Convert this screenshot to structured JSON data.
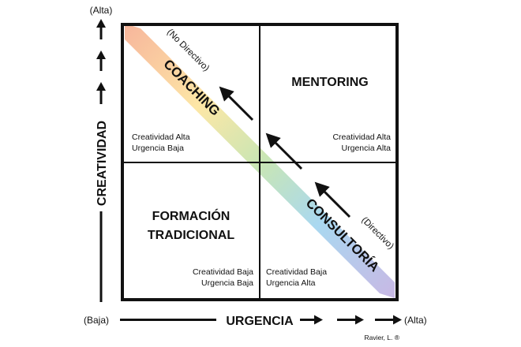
{
  "y_axis": {
    "label": "CREATIVIDAD",
    "high": "(Alta)"
  },
  "x_axis": {
    "label": "URGENCIA",
    "low": "(Baja)",
    "high": "(Alta)"
  },
  "quadrants": {
    "top_left": {
      "info_line1": "Creatividad Alta",
      "info_line2": "Urgencia Baja"
    },
    "top_right": {
      "title": "MENTORING",
      "info_line1": "Creatividad Alta",
      "info_line2": "Urgencia Alta"
    },
    "bottom_left": {
      "title_line1": "FORMACIÓN",
      "title_line2": "TRADICIONAL",
      "info_line1": "Creatividad Baja",
      "info_line2": "Urgencia Baja"
    },
    "bottom_right": {
      "info_line1": "Creatividad Baja",
      "info_line2": "Urgencia Alta"
    }
  },
  "band": {
    "top_label": "COACHING",
    "top_sublabel": "(No Directivo)",
    "bottom_label": "CONSULTORÍA",
    "bottom_sublabel": "(Directivo)",
    "gradient_colors": [
      "#f7b79c",
      "#fde7a6",
      "#c9e6b4",
      "#a9d8f0",
      "#c8b8e4"
    ]
  },
  "credit": "Ravier, L. ®"
}
